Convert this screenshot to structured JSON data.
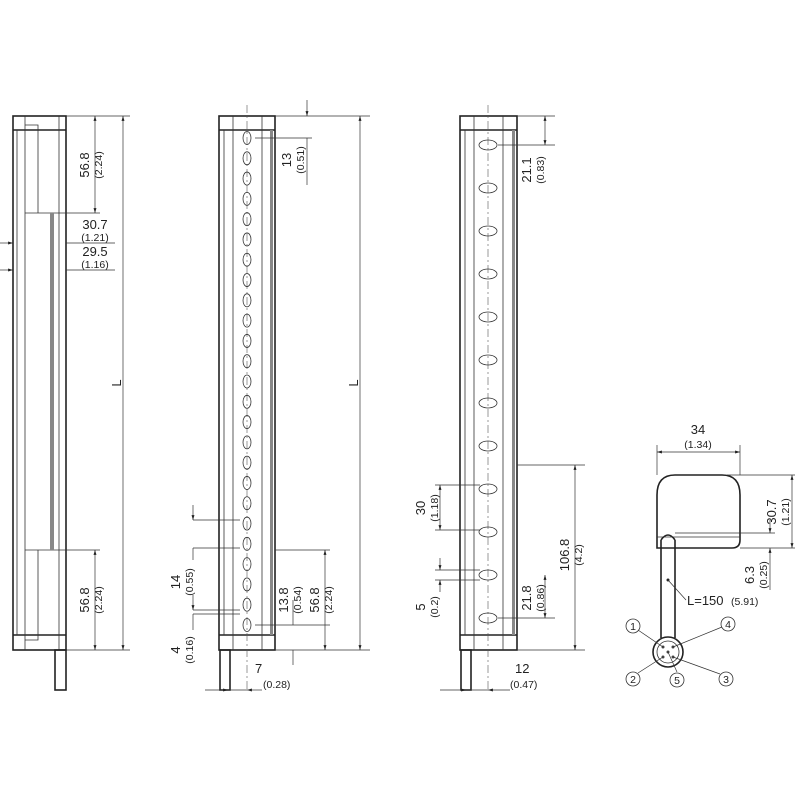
{
  "view_side": {
    "top_length": "56.8",
    "top_length_in": "(2.24)",
    "width_a": "30.7",
    "width_a_in": "(1.21)",
    "width_b": "29.5",
    "width_b_in": "(1.16)",
    "bottom_length": "56.8",
    "bottom_length_in": "(2.24)",
    "total": "L"
  },
  "view_front_dense": {
    "top_offset": "13",
    "top_offset_in": "(0.51)",
    "total": "L",
    "pitch": "14",
    "pitch_in": "(0.55)",
    "beam": "4",
    "beam_in": "(0.16)",
    "bottom_offset": "13.8",
    "bottom_offset_in": "(0.54)",
    "bottom_length": "56.8",
    "bottom_length_in": "(2.24)",
    "center": "7",
    "center_in": "(0.28)"
  },
  "view_front_sparse": {
    "top_offset": "21.1",
    "top_offset_in": "(0.83)",
    "pitch": "30",
    "pitch_in": "(1.18)",
    "beam": "5",
    "beam_in": "(0.2)",
    "bottom_offset": "21.8",
    "bottom_offset_in": "(0.86)",
    "bottom_length": "106.8",
    "bottom_length_in": "(4.2)",
    "center": "12",
    "center_in": "(0.47)"
  },
  "view_end": {
    "width": "34",
    "width_in": "(1.34)",
    "height": "30.7",
    "height_in": "(1.21)",
    "cable_offset": "6.3",
    "cable_offset_in": "(0.25)",
    "cable_length": "L=150",
    "cable_length_in": "(5.91)",
    "pins": [
      "1",
      "2",
      "3",
      "4",
      "5"
    ]
  }
}
